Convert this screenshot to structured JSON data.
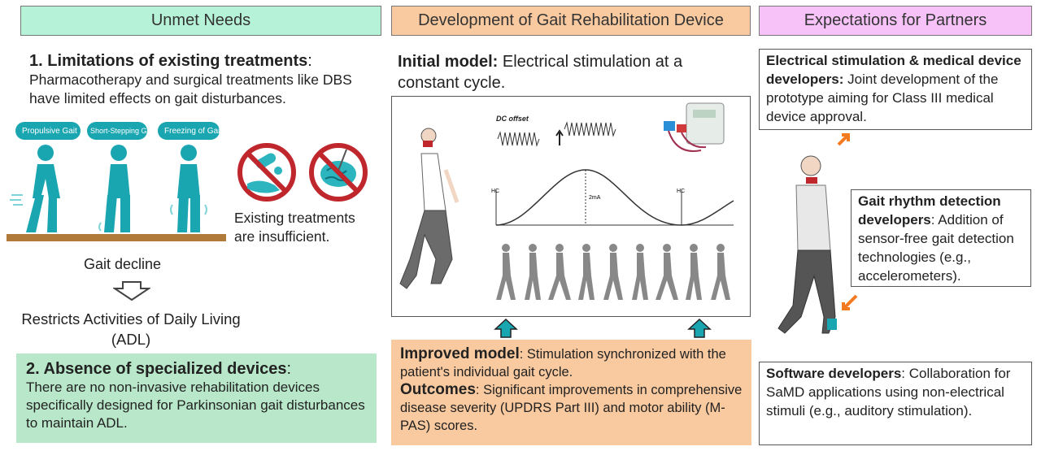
{
  "headers": {
    "unmet_needs": "Unmet Needs",
    "development": "Development of Gait Rehabilitation Device",
    "expectations": "Expectations for Partners"
  },
  "left": {
    "limitations_title": "1. Limitations of existing treatments",
    "limitations_colon": ":",
    "limitations_desc": "Pharmacotherapy and surgical treatments like DBS have limited effects on gait disturbances.",
    "gait_badges": [
      "Propulsive Gait",
      "Short-Stepping Gait",
      "Freezing of Gait"
    ],
    "insufficient": "Existing treatments are insufficient.",
    "gait_decline": "Gait decline",
    "restricts": "Restricts Activities of Daily Living (ADL)",
    "absence_title": "2. Absence of specialized devices",
    "absence_colon": ":",
    "absence_desc": "There are no non-invasive rehabilitation devices specifically designed for Parkinsonian gait disturbances to maintain ADL."
  },
  "middle": {
    "initial_label": "Initial model:",
    "initial_desc": " Electrical stimulation at a constant cycle.",
    "diagram": {
      "dc_offset": "DC offset",
      "hc_left": "HC",
      "hc_right": "HC",
      "amplitude": "2mA"
    },
    "improved_label": "Improved model",
    "improved_desc": ": Stimulation synchronized with the patient's individual gait cycle.",
    "outcomes_label": "Outcomes",
    "outcomes_desc": ": Significant improvements in comprehensive disease severity (UPDRS Part III) and motor ability (M-PAS) scores."
  },
  "right": {
    "elec_label": "Electrical stimulation & medical device developers:",
    "elec_desc": " Joint development of the prototype aiming for Class III medical device approval.",
    "gait_label": "Gait rhythm detection developers",
    "gait_desc": ": Addition of sensor-free gait detection technologies (e.g., accelerometers).",
    "soft_label": "Software developers",
    "soft_desc": ": Collaboration for SaMD applications using non-electrical stimuli (e.g., auditory stimulation)."
  },
  "colors": {
    "teal": "#1aa6b1",
    "green_header": "#b6f2d8",
    "orange_header": "#f9c99f",
    "pink_header": "#f6c2f7",
    "absence_bg": "#b8e7c9",
    "ground": "#b07a3b",
    "prohibit_red": "#c0272d",
    "arrow_orange": "#f47a20"
  }
}
